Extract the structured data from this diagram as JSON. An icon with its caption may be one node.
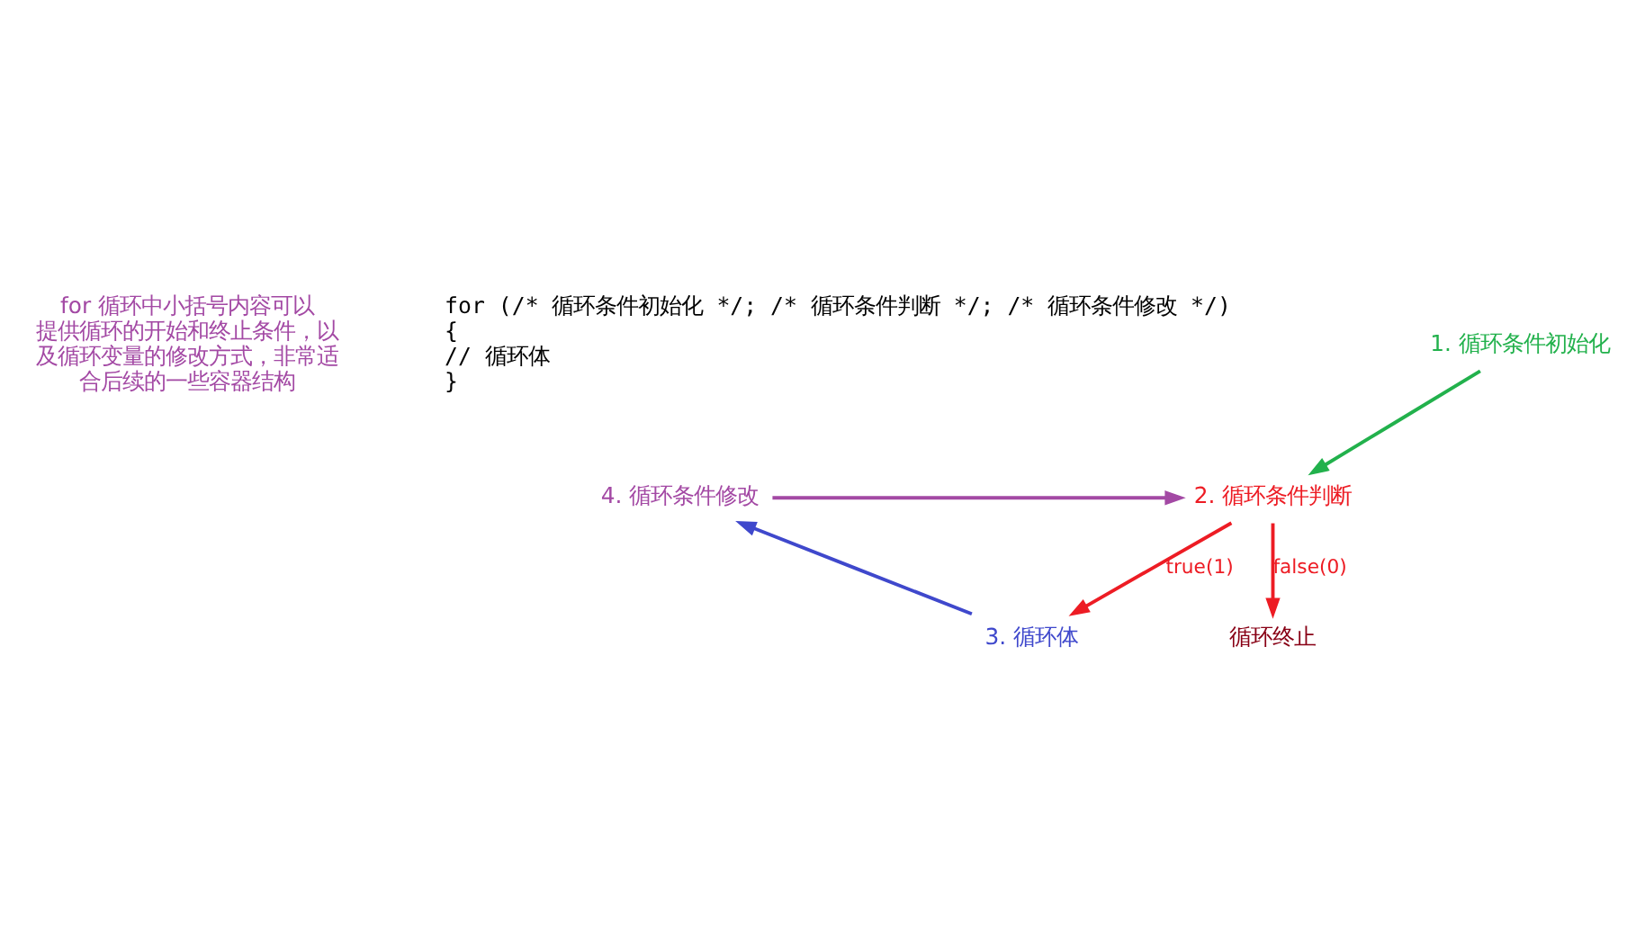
{
  "diagram": {
    "nodes": [
      {
        "text": [
          "1. 循环条件初始化"
        ]
      },
      {
        "text": [
          "2. 循环条件判断"
        ]
      },
      {
        "text": [
          "循环终止"
        ]
      },
      {
        "text": [
          "3. 循环体"
        ]
      },
      {
        "text": [
          "4. 循环条件修改"
        ]
      }
    ],
    "edges": [
      {
        "from": 0,
        "to": 1,
        "arrow": "to",
        "color": "#22b14c"
      },
      {
        "from": 1,
        "to": 2,
        "arrow": "to",
        "label": "false(0)",
        "color": "#ed1c24"
      },
      {
        "from": 1,
        "to": 3,
        "arrow": "to",
        "label": "true(1)",
        "color": "#ed1c24"
      },
      {
        "from": 3,
        "to": 4,
        "arrow": "to",
        "color": "#3f48cc"
      },
      {
        "from": 4,
        "to": 1,
        "arrow": "to",
        "color": "#a349a4"
      }
    ],
    "labels": [
      "for (/* 循环条件初始化 */; /* 循环条件判断 */; /* 循环条件修改 */)",
      "{",
      "// 循环体",
      "}",
      "for 循环中小括号内容可以提供循环的开始和终止条件，以及循环变量的修改方式，非常适合后续的一些容器结构"
    ]
  }
}
